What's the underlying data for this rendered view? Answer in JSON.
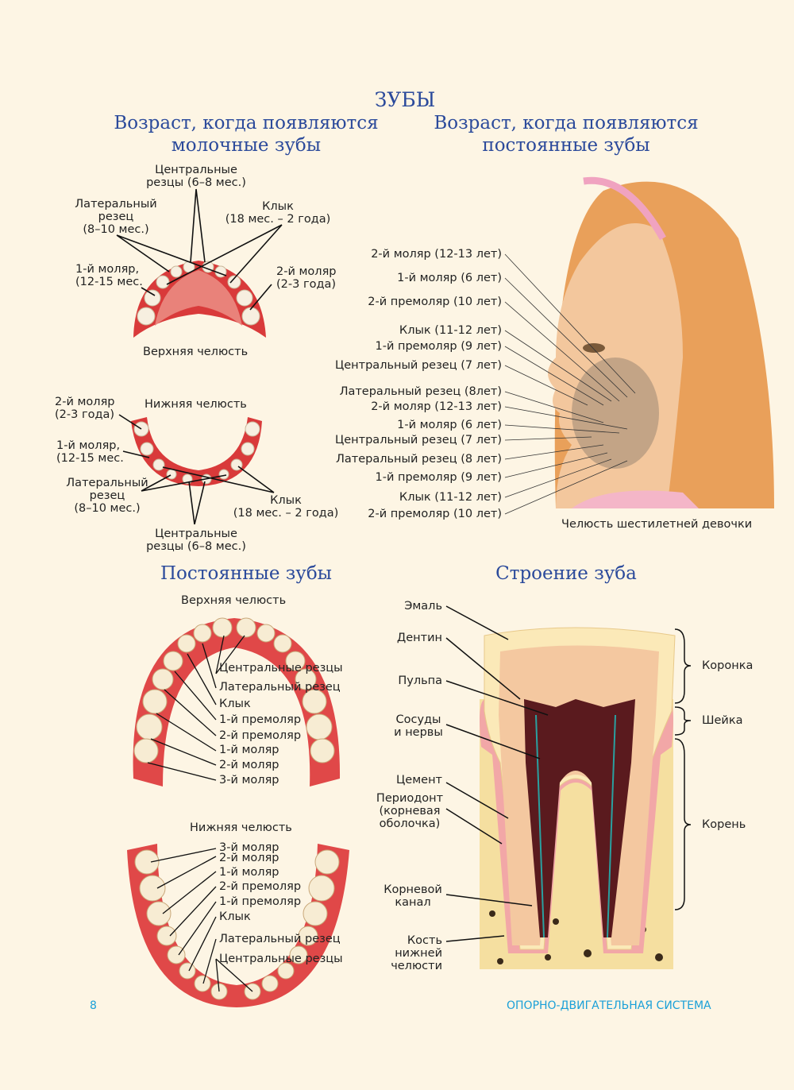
{
  "title": "ЗУБЫ",
  "milk": {
    "heading_line1": "Возраст, когда появляются",
    "heading_line2": "молочные зубы",
    "upper": {
      "central": [
        "Центральные",
        "резцы (6–8 мес.)"
      ],
      "lateral": [
        "Латеральный",
        "резец",
        "(8–10 мес.)"
      ],
      "canine": [
        "Клык",
        "(18 мес. – 2 года)"
      ],
      "molar1": [
        "1-й моляр,",
        "(12-15 мес."
      ],
      "molar2": [
        "2-й моляр",
        "(2-3 года)"
      ],
      "caption": "Верхняя челюсть"
    },
    "lower": {
      "caption": "Нижняя челюсть",
      "molar2": [
        "2-й моляр",
        "(2-3 года)"
      ],
      "molar1": [
        "1-й моляр,",
        "(12-15 мес."
      ],
      "lateral": [
        "Латеральный",
        "резец",
        "(8–10 мес.)"
      ],
      "canine": [
        "Клык",
        "(18 мес. – 2 года)"
      ],
      "central": [
        "Центральные",
        "резцы (6–8 мес.)"
      ]
    }
  },
  "permanent_age": {
    "heading_line1": "Возраст, когда появляются",
    "heading_line2": "постоянные зубы",
    "labels": [
      "2-й моляр (12-13 лет)",
      "1-й моляр (6 лет)",
      "2-й премоляр (10 лет)",
      "Клык (11-12 лет)",
      "1-й премоляр (9 лет)",
      "Центральный резец (7 лет)",
      "Латеральный резец (8лет)",
      "2-й моляр (12-13 лет)",
      "1-й моляр (6 лет)",
      "Центральный резец (7 лет)",
      "Латеральный резец (8 лет)",
      "1-й премоляр (9 лет)",
      "Клык (11-12 лет)",
      "2-й премоляр (10 лет)"
    ],
    "caption": "Челюсть шестилетней девочки"
  },
  "permanent": {
    "heading": "Постоянные зубы",
    "upper_caption": "Верхняя челюсть",
    "upper_labels": [
      "Центральные резцы",
      "Латеральный резец",
      "Клык",
      "1-й премоляр",
      "2-й премоляр",
      "1-й моляр",
      "2-й моляр",
      "3-й моляр"
    ],
    "lower_caption": "Нижняя челюсть",
    "lower_labels": [
      "3-й моляр",
      "2-й моляр",
      "1-й моляр",
      "2-й премоляр",
      "1-й премоляр",
      "Клык",
      "Латеральный резец",
      "Центральные резцы"
    ]
  },
  "structure": {
    "heading": "Строение зуба",
    "left_labels": {
      "enamel": "Эмаль",
      "dentin": "Дентин",
      "pulp": "Пульпа",
      "vessels": [
        "Сосуды",
        "и нервы"
      ],
      "cement": "Цемент",
      "periodont": [
        "Периодонт",
        "(корневая",
        "оболочка)"
      ],
      "canal": [
        "Корневой",
        "канал"
      ],
      "bone": [
        "Кость",
        "нижней",
        "челюсти"
      ]
    },
    "right_labels": {
      "crown": "Коронка",
      "neck": "Шейка",
      "root": "Корень"
    }
  },
  "footer": {
    "page_number": "8",
    "section": "ОПОРНО-ДВИГАТЕЛЬНАЯ СИСТЕМА"
  }
}
